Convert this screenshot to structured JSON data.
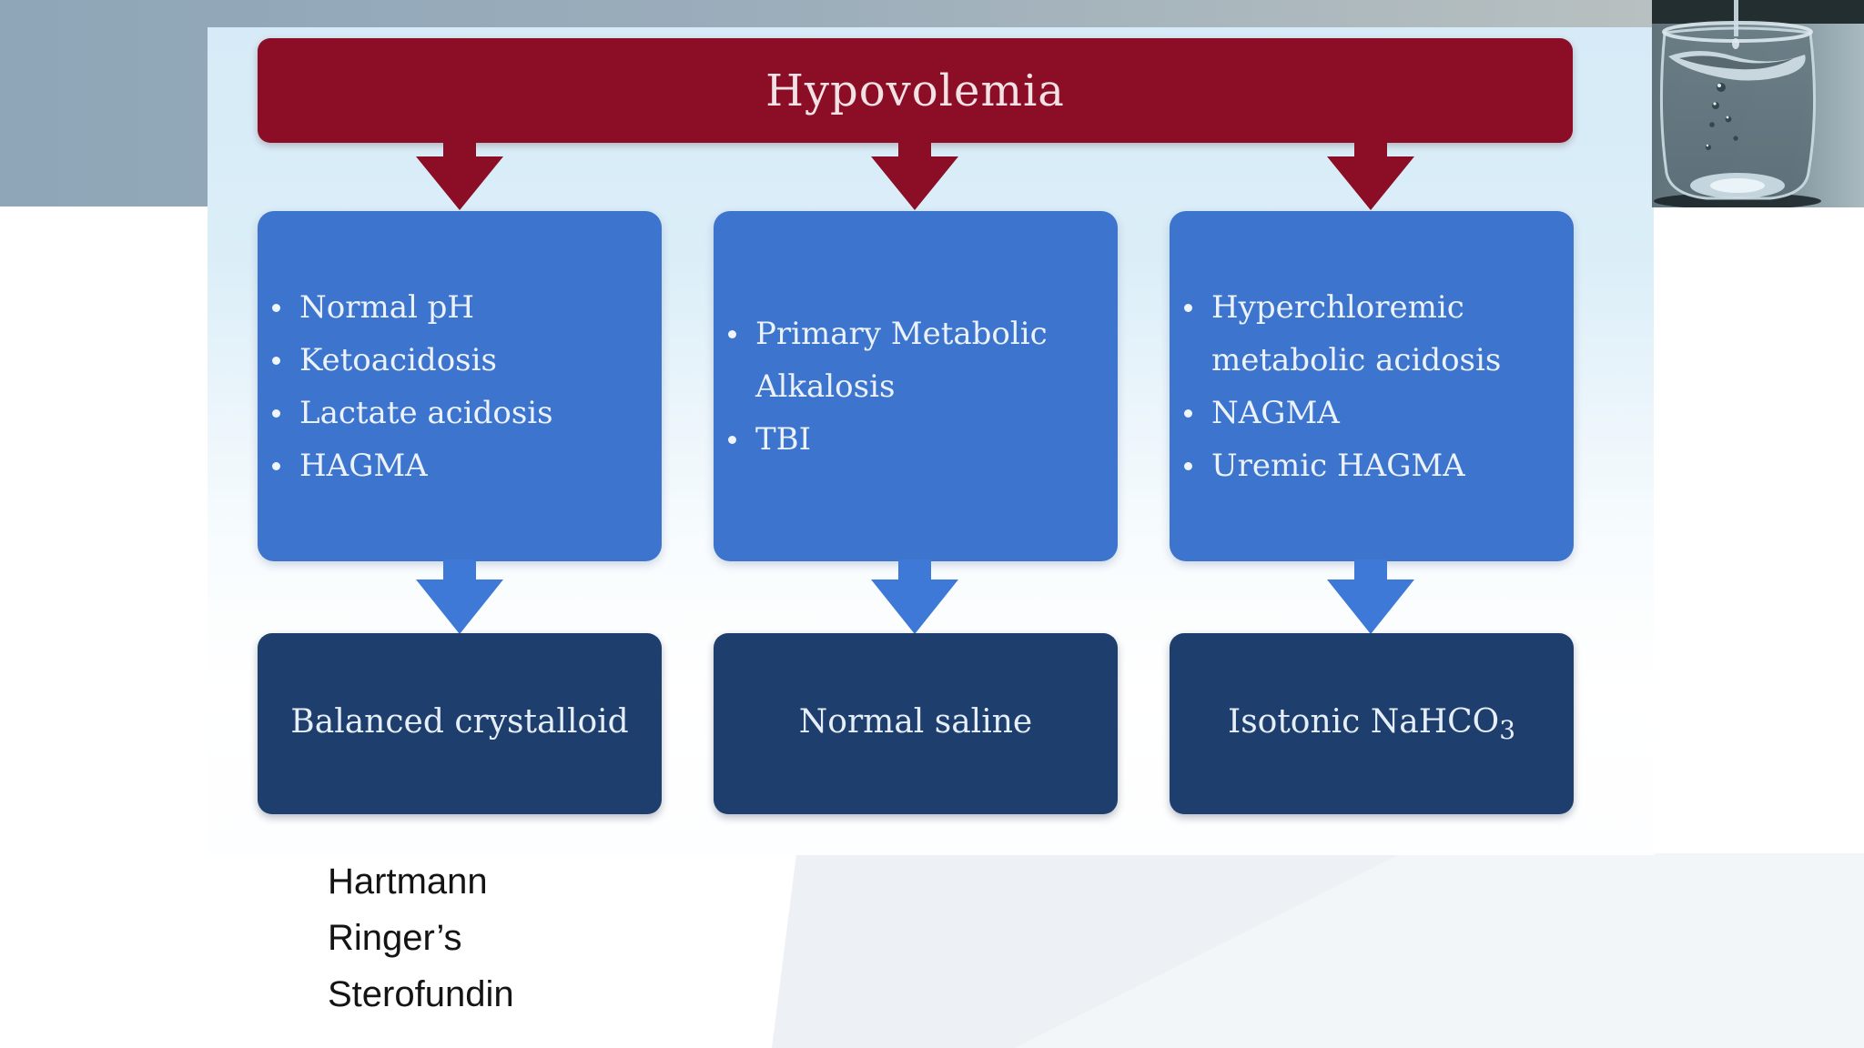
{
  "diagram": {
    "title": "Hypovolemia",
    "columns": [
      {
        "causes": [
          "Normal pH",
          "Ketoacidosis",
          "Lactate acidosis",
          "HAGMA"
        ],
        "treatment": "Balanced crystalloid",
        "treatment_sub": ""
      },
      {
        "causes": [
          "Primary Metabolic Alkalosis",
          "TBI"
        ],
        "treatment": "Normal saline",
        "treatment_sub": ""
      },
      {
        "causes": [
          "Hyperchloremic metabolic acidosis",
          "NAGMA",
          "Uremic HAGMA"
        ],
        "treatment": "Isotonic NaHCO",
        "treatment_sub": "3"
      }
    ]
  },
  "notes": {
    "lines": [
      "Hartmann",
      "Ringer’s",
      "Sterofundin"
    ]
  },
  "colors": {
    "header_red": "#8c0d26",
    "cause_blue": "#3d74cd",
    "arrow_blue": "#3e79d8",
    "treatment_navy": "#1e3e6d",
    "panel_light_blue": "#d6ebf7",
    "top_band_gray_blue": "#8ea6b8",
    "box_text": "#ebf2fa",
    "notes_text": "#141414"
  }
}
